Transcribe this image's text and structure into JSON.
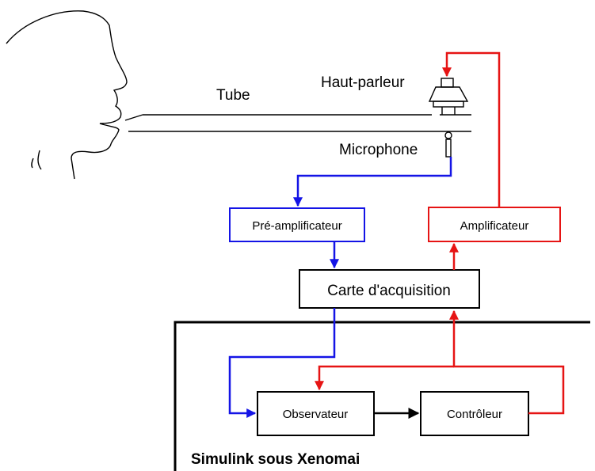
{
  "labels": {
    "tube": "Tube",
    "haut_parleur": "Haut-parleur",
    "microphone": "Microphone",
    "simulink": "Simulink sous Xenomai"
  },
  "blocks": {
    "pre_amplificateur": "Pré-amplificateur",
    "amplificateur": "Amplificateur",
    "carte_acquisition": "Carte d'acquisition",
    "observateur": "Observateur",
    "controleur": "Contrôleur"
  },
  "colors": {
    "measurement_path": "#1414e6",
    "control_path": "#e61414",
    "internal_link": "#000000"
  },
  "icons": {
    "speaker": "speaker-icon",
    "microphone": "microphone-icon",
    "head": "human-head-profile"
  }
}
